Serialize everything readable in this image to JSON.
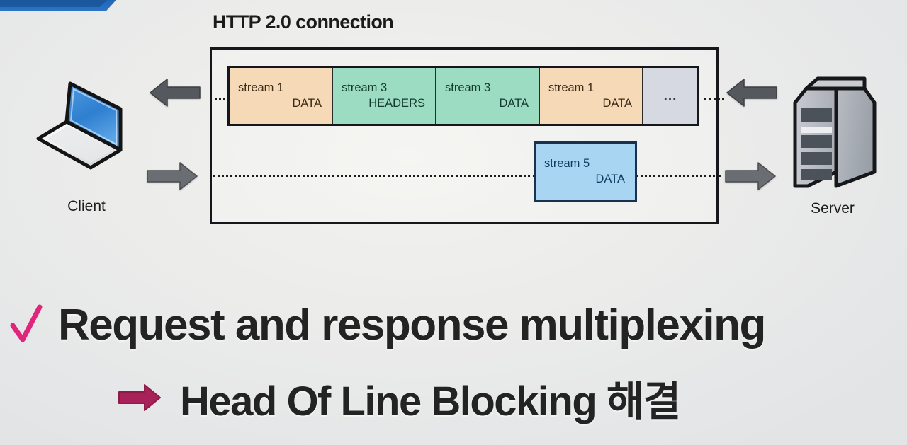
{
  "banner": {
    "name": "blue-corner-banner",
    "color": "#1d5ca8"
  },
  "diagram": {
    "title": "HTTP 2.0 connection",
    "client": {
      "label": "Client",
      "icon": "laptop-icon"
    },
    "server": {
      "label": "Server",
      "icon": "server-icon"
    },
    "arrows": {
      "response_left": "left-arrow",
      "request_left": "right-arrow",
      "response_right": "left-arrow",
      "request_right": "right-arrow",
      "color": "#55585d"
    },
    "frames": [
      {
        "stream": "stream 1",
        "type": "DATA",
        "color": "#f6d9b6",
        "text_color": "#3a2a16"
      },
      {
        "stream": "stream 3",
        "type": "HEADERS",
        "color": "#9bdcc2",
        "text_color": "#143b2c"
      },
      {
        "stream": "stream 3",
        "type": "DATA",
        "color": "#9bdcc2",
        "text_color": "#143b2c"
      },
      {
        "stream": "stream 1",
        "type": "DATA",
        "color": "#f6d9b6",
        "text_color": "#3a2a16"
      },
      {
        "stream": "...",
        "type": "",
        "color": "#d7d9e2",
        "text_color": "#3a3a3a"
      }
    ],
    "stream5": {
      "stream": "stream 5",
      "type": "DATA",
      "color": "#a8d5f2",
      "text_color": "#123a5e"
    }
  },
  "bullets": [
    {
      "marker": "check-icon",
      "marker_color": "#e0267a",
      "text": "Request and response multiplexing"
    },
    {
      "marker": "pink-arrow-icon",
      "marker_color": "#a82158",
      "text": "Head Of Line Blocking 해결"
    }
  ]
}
